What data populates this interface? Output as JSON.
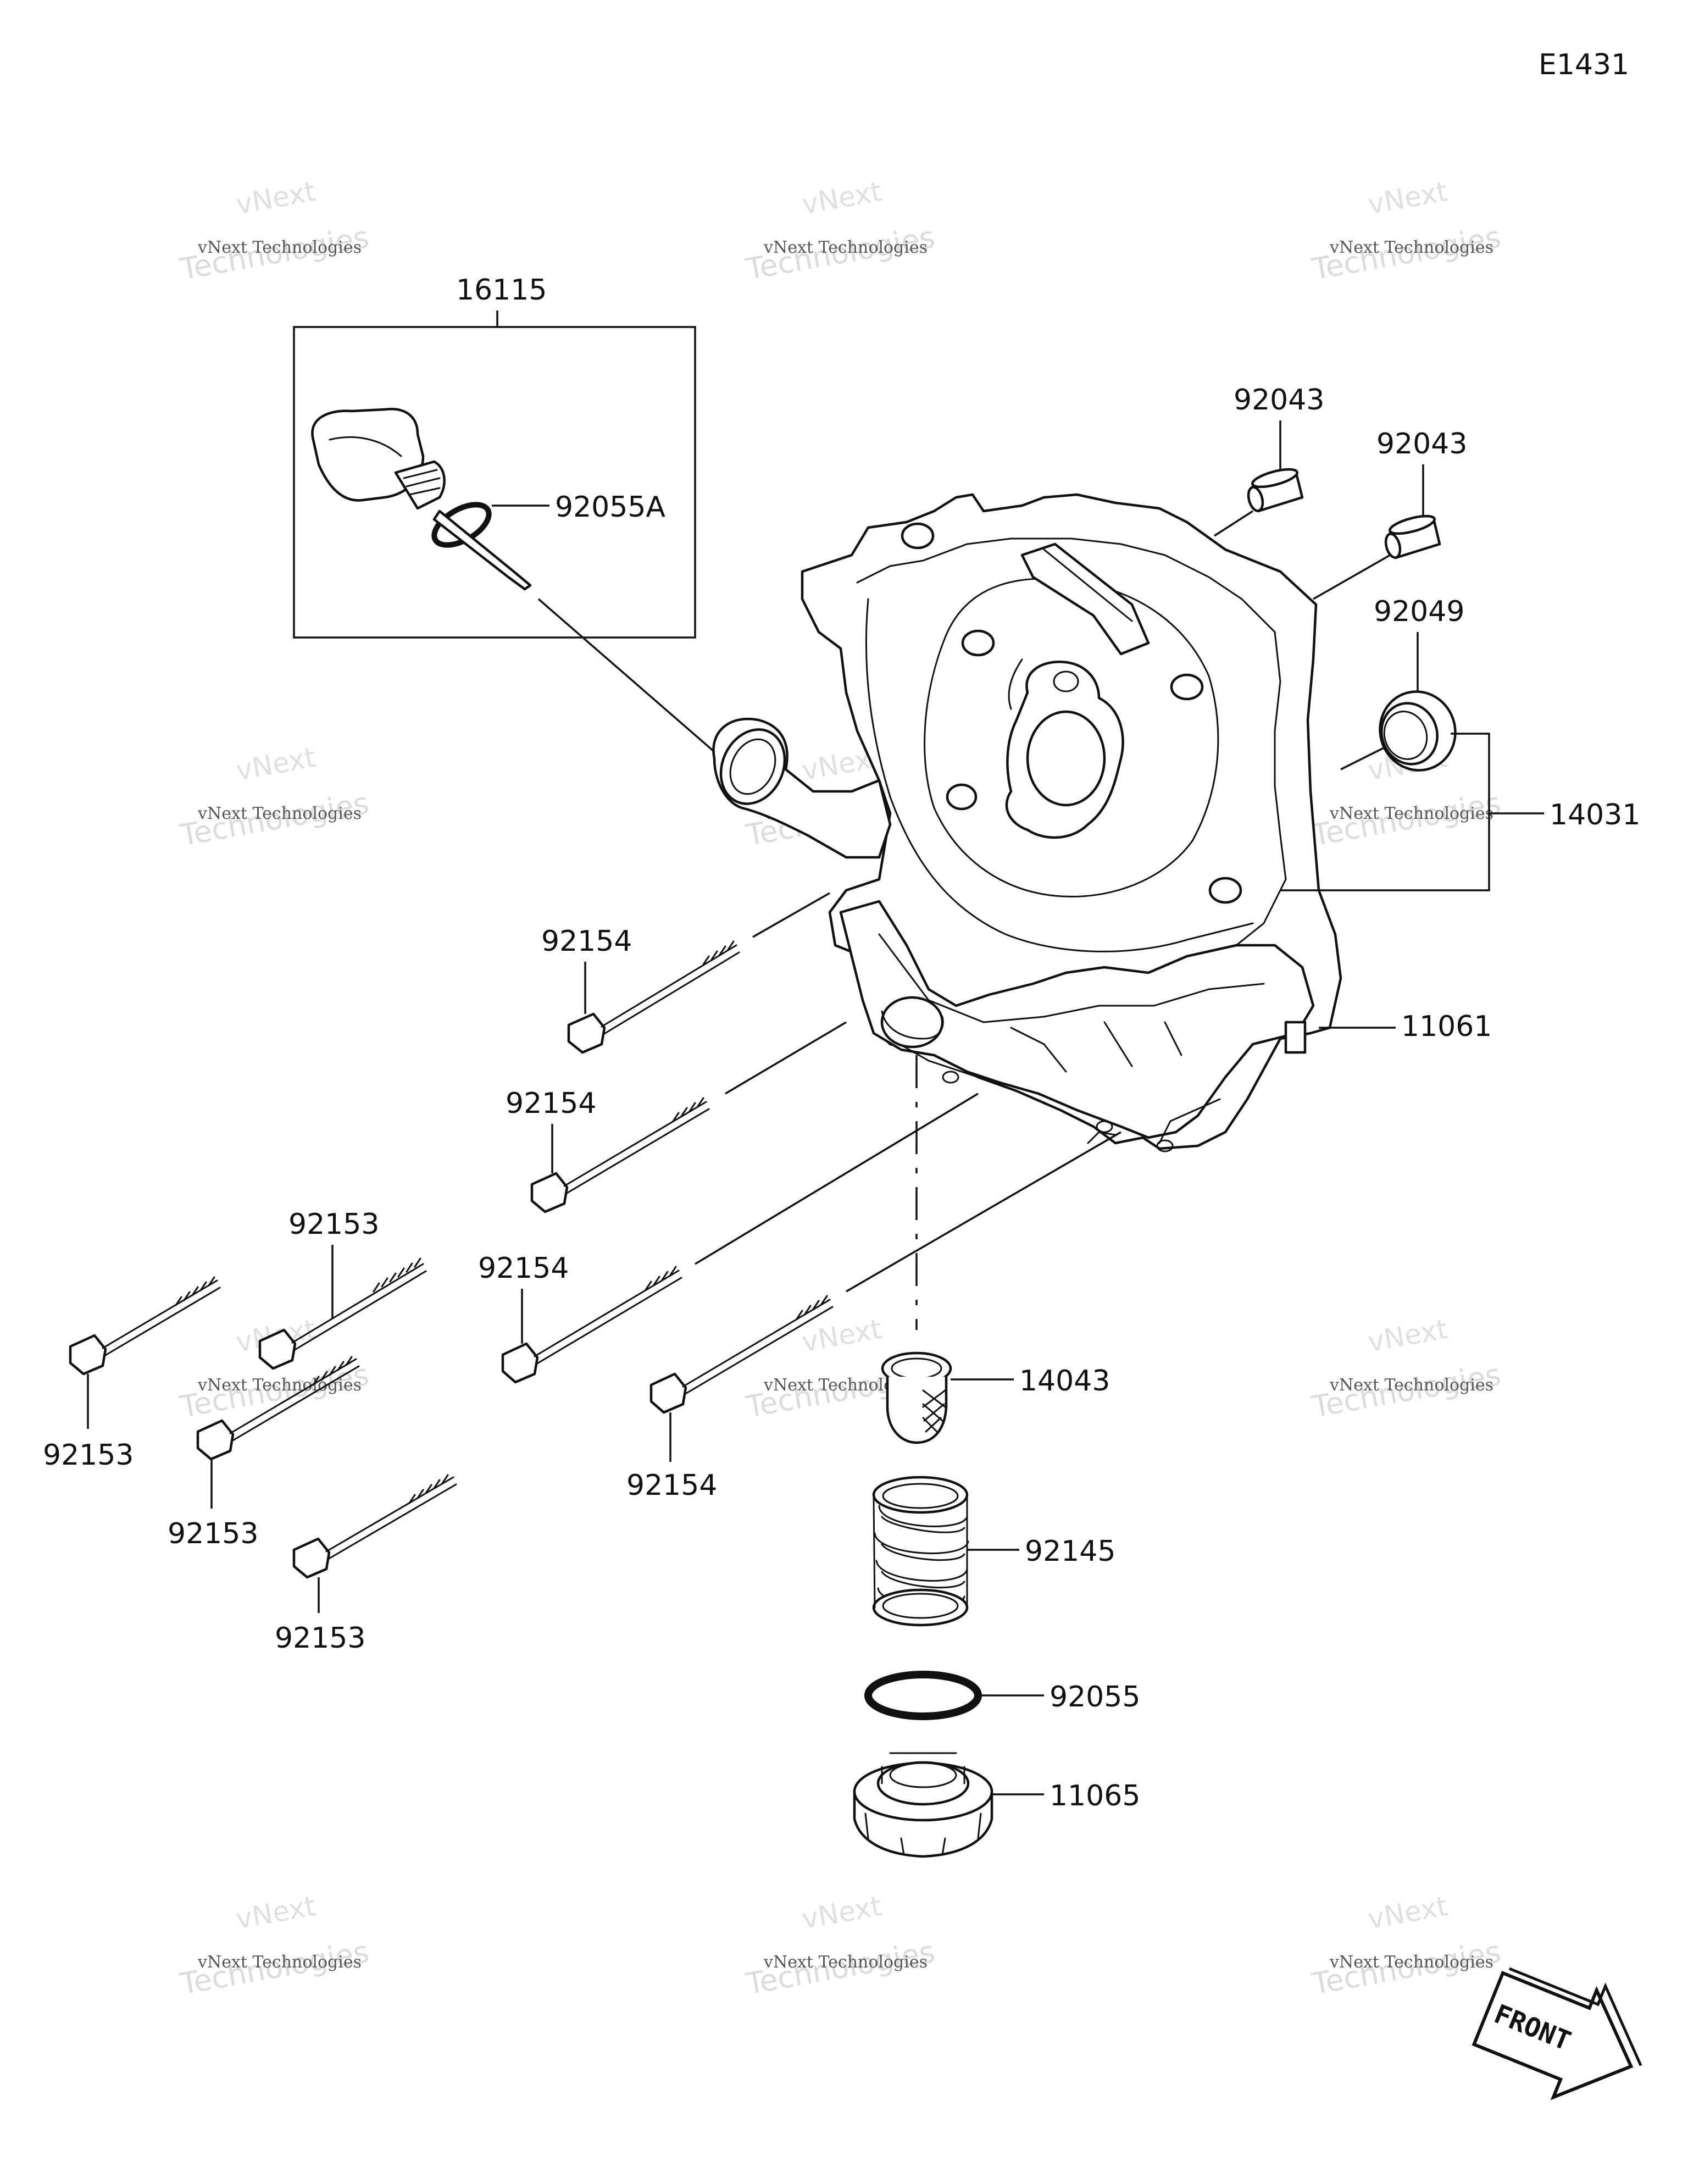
{
  "diagram_code": "E1431",
  "parts": {
    "p16115": "16115",
    "p92055A": "92055A",
    "p92043_a": "92043",
    "p92043_b": "92043",
    "p92049": "92049",
    "p14031": "14031",
    "p11061": "11061",
    "p92154_a": "92154",
    "p92154_b": "92154",
    "p92154_c": "92154",
    "p92154_d": "92154",
    "p92153_a": "92153",
    "p92153_b": "92153",
    "p92153_c": "92153",
    "p92153_d": "92153",
    "p14043": "14043",
    "p92145": "92145",
    "p92055": "92055",
    "p11065": "11065"
  },
  "watermark": {
    "line1": "vNext Technologies",
    "line2": "Technologies",
    "line3": "vNext"
  },
  "front_label": "FRONT"
}
